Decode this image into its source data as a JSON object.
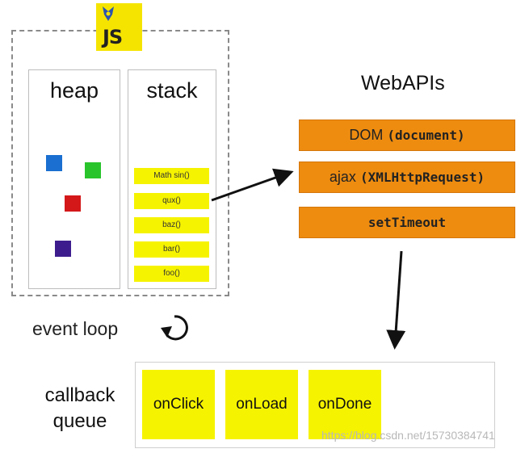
{
  "logo": {
    "text": "JS",
    "icon": "js-logo-badge"
  },
  "heap": {
    "title": "heap",
    "objects": [
      "#1a6fd1",
      "#29c42b",
      "#d4181a",
      "#3d1d8e"
    ]
  },
  "stack": {
    "title": "stack",
    "frames": [
      "Math sin()",
      "qux()",
      "baz()",
      "bar()",
      "foo()"
    ]
  },
  "web_apis": {
    "title": "WebAPIs",
    "items": [
      {
        "label": "DOM",
        "code": "(document)"
      },
      {
        "label": "ajax",
        "code": "(XMLHttpRequest)"
      },
      {
        "label": "",
        "code": "setTimeout"
      }
    ]
  },
  "event_loop": {
    "label": "event loop"
  },
  "callback_queue": {
    "label_line1": "callback",
    "label_line2": "queue",
    "items": [
      "onClick",
      "onLoad",
      "onDone"
    ]
  },
  "watermark": "https://blog.csdn.net/15730384741",
  "colors": {
    "stack_frame": "#f6f300",
    "web_api": "#ee8c10",
    "callback": "#f6f300"
  }
}
